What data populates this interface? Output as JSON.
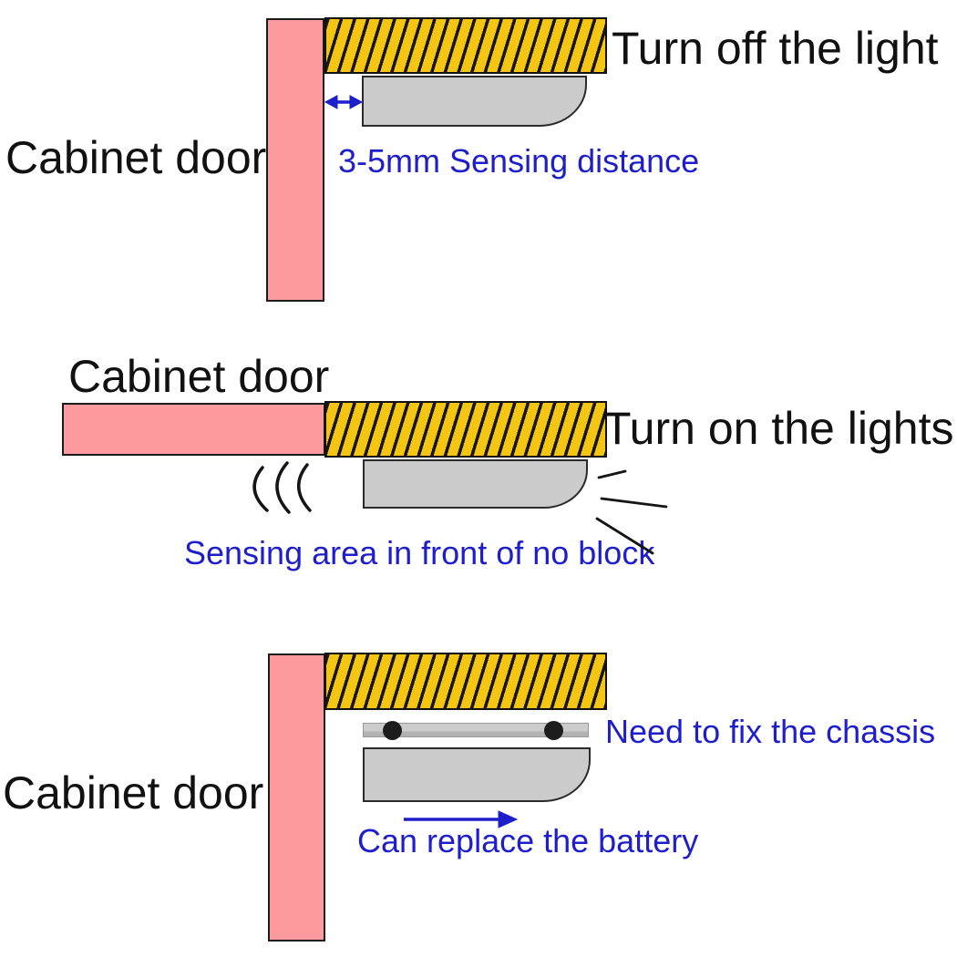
{
  "panels": [
    {
      "name": "door-closed",
      "door_label": "Cabinet door",
      "title": "Turn off the light",
      "note": "3-5mm Sensing distance"
    },
    {
      "name": "door-open",
      "door_label": "Cabinet door",
      "title": "Turn on the lights",
      "note": "Sensing area in front of no block"
    },
    {
      "name": "installation",
      "door_label": "Cabinet door",
      "note_chassis": "Need to fix the chassis",
      "note_battery": "Can replace the battery"
    }
  ],
  "colors": {
    "door_pink": "#FC9A9D",
    "cabinet_yellow": "#F5C513",
    "hatch_black": "#151515",
    "sensor_gray": "#CBCBCB",
    "annotation_blue": "#1E1ECB",
    "text_black": "#111111"
  },
  "icons": {
    "sensing_distance_arrow": "double-headed horizontal blue arrow",
    "sensing_waves": "three curved arcs emitting from sensor",
    "light_rays": "three radiating lines from sensor edge",
    "battery_slide_arrow": "blue right arrow showing slide direction"
  }
}
